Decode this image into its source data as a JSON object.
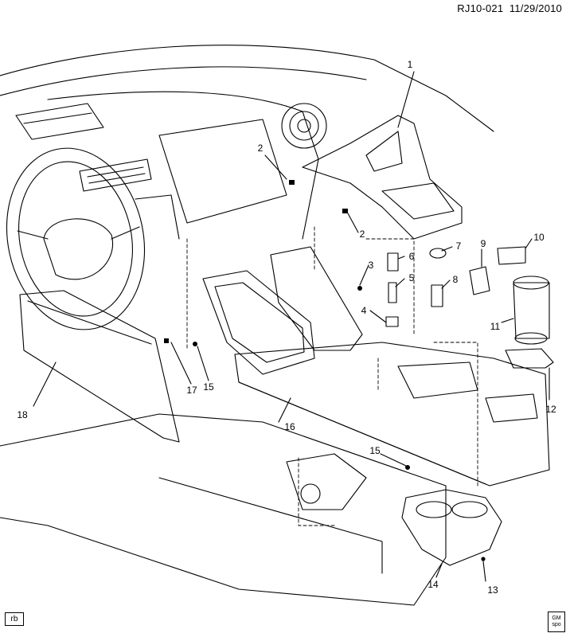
{
  "header": {
    "doc_id": "RJ10-021",
    "date": "11/29/2010"
  },
  "footer": {
    "tag": "rb",
    "logo_top": "GM",
    "logo_bottom": "spo"
  },
  "callouts": [
    {
      "label": "1"
    },
    {
      "label": "2"
    },
    {
      "label": "2"
    },
    {
      "label": "3"
    },
    {
      "label": "4"
    },
    {
      "label": "5"
    },
    {
      "label": "6"
    },
    {
      "label": "7"
    },
    {
      "label": "8"
    },
    {
      "label": "9"
    },
    {
      "label": "10"
    },
    {
      "label": "11"
    },
    {
      "label": "12"
    },
    {
      "label": "13"
    },
    {
      "label": "14"
    },
    {
      "label": "15"
    },
    {
      "label": "15"
    },
    {
      "label": "16"
    },
    {
      "label": "17"
    },
    {
      "label": "18"
    }
  ]
}
